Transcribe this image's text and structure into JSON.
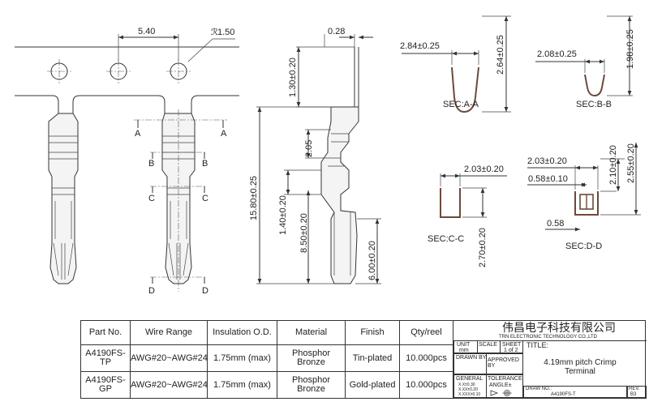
{
  "dimensions": {
    "pitch": "5.40",
    "radius": "1.50",
    "thickness": "0.28",
    "h_top": "1.30±0.20",
    "h_mid": "2.05",
    "total_len": "15.80±0.25",
    "h_140": "1.40±0.20",
    "h_850": "8.50±0.20",
    "h_600": "6.00±0.20",
    "sa_w": "2.84±0.25",
    "sa_h": "2.64±0.25",
    "sb_w": "2.08±0.25",
    "sb_h": "1.98±0.25",
    "sc_w": "2.03±0.20",
    "sc_h": "2.70±0.20",
    "sd_w": "2.03±0.20",
    "sd_w2": "0.58±0.10",
    "sd_h1": "2.10±0.20",
    "sd_h2": "2.55±0.20",
    "sd_058": "0.58"
  },
  "section_marks": {
    "a": "A",
    "b": "B",
    "c": "C",
    "d": "D"
  },
  "sections": {
    "a": "SEC:A-A",
    "b": "SEC:B-B",
    "c": "SEC:C-C",
    "d": "SEC:D-D"
  },
  "parts_table": {
    "headers": [
      "Part No.",
      "Wire Range",
      "Insulation O.D.",
      "Material",
      "Finish",
      "Qty/reel"
    ],
    "rows": [
      [
        "A4190FS-TP",
        "AWG#20~AWG#24",
        "1.75mm (max)",
        "Phosphor Bronze",
        "Tin-plated",
        "10.000pcs"
      ],
      [
        "A4190FS-GP",
        "AWG#20~AWG#24",
        "1.75mm (max)",
        "Phosphor Bronze",
        "Gold-plated",
        "10.000pcs"
      ]
    ]
  },
  "title_block": {
    "company_cn": "伟昌电子科技有限公司",
    "company_en": "TRN ELECTRONIC TECHNOLOGY CO.,LTD",
    "unit_label": "UNIT",
    "scale_label": "SCALE",
    "sheet_label": "SHEET",
    "unit": "mm",
    "sheet": "1 of 2",
    "title_label": "TITLE:",
    "title": "4.19mm pitch Crimp Terminal",
    "drawn_by": "DRAWN BY",
    "approved_by": "APPROVED BY",
    "general": "GENERAL",
    "tolerance": "TOLERANCE",
    "angle": "ANGLE±",
    "tol1": "X.X±0.30",
    "tol2": "X.XX±0.20",
    "tol3": "X.XXX±0.10",
    "draw_label": "DRAW NO.:",
    "draw_no": "A4190FS-T",
    "rev_label": "REV.",
    "rev": "B3"
  },
  "colors": {
    "line": "#333333",
    "terminal": "#6b4a3a"
  }
}
